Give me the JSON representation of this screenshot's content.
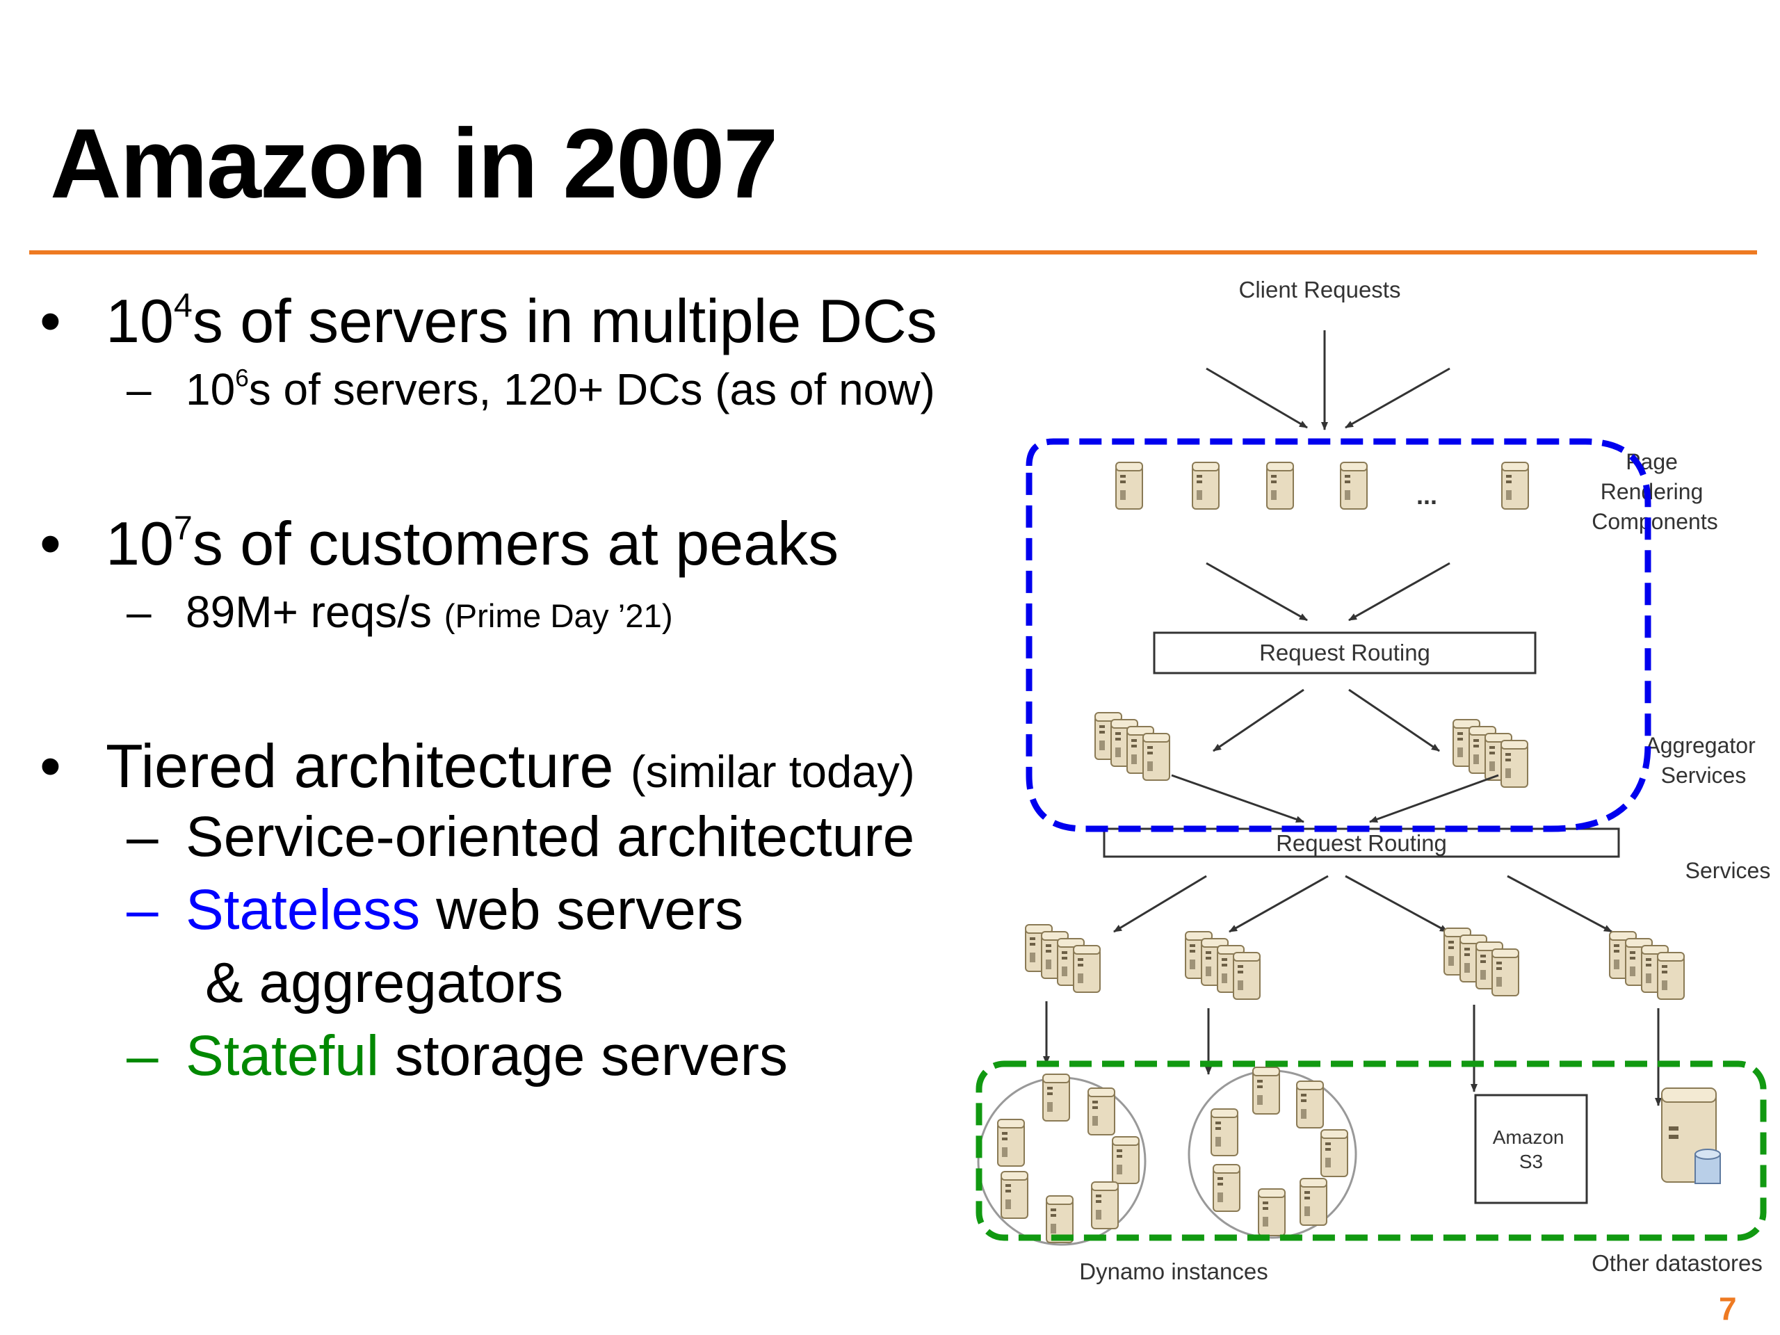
{
  "slide": {
    "title": "Amazon in 2007",
    "page_number": "7",
    "accent_color": "#ee7a22"
  },
  "bullets": [
    {
      "text_pre": "10",
      "sup": "4",
      "text_post": "s of servers in multiple DCs",
      "sub": {
        "pre": "10",
        "sup": "6",
        "post": "s of servers, 120+ DCs (as of now)"
      }
    },
    {
      "text_pre": "10",
      "sup": "7",
      "text_post": "s of customers at peaks",
      "sub": {
        "main": "89M+ reqs/s ",
        "small": "(Prime Day ’21)"
      }
    },
    {
      "text": "Tiered architecture ",
      "small": "(similar today)",
      "subs": [
        {
          "text": "Service-oriented architecture"
        },
        {
          "highlight": "Stateless",
          "highlight_color": "#0000ff",
          "rest": " web servers",
          "continuation": "& aggregators"
        },
        {
          "highlight": "Stateful",
          "highlight_color": "#008800",
          "rest": " storage servers"
        }
      ]
    }
  ],
  "diagram": {
    "client_requests": "Client Requests",
    "ellipsis": "...",
    "page_rendering": [
      "Page",
      "Rendering",
      "Components"
    ],
    "request_routing_1": "Request Routing",
    "aggregator": [
      "Aggregator",
      "Services"
    ],
    "request_routing_2": "Request Routing",
    "services": "Services",
    "amazon_s3": [
      "Amazon",
      "S3"
    ],
    "dynamo_instances": "Dynamo instances",
    "other_datastores": "Other datastores",
    "stateless_box_color": "#0000ee",
    "stateful_box_color": "#119911",
    "server_icon": "server-icon",
    "database_icon": "database-icon"
  }
}
